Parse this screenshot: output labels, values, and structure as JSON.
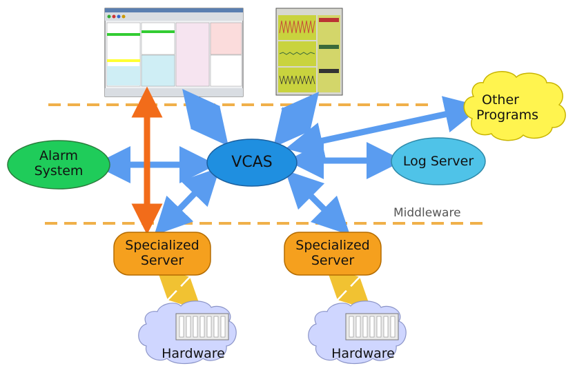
{
  "labels": {
    "alarm_line1": "Alarm",
    "alarm_line2": "System",
    "vcas": "VCAS",
    "log_server": "Log Server",
    "other_line1": "Other",
    "other_line2": "Programs",
    "middleware": "Middleware",
    "server1_line1": "Specialized",
    "server1_line2": "Server",
    "server2_line1": "Specialized",
    "server2_line2": "Server",
    "hardware1": "Hardware",
    "hardware2": "Hardware"
  },
  "colors": {
    "dashed_line": "#f0b04a",
    "blue_arrow": "#5a9cf0",
    "orange_arrow": "#f26c1a",
    "yellow_arrow": "#f1c232",
    "alarm_fill": "#1fcc5a",
    "vcas_fill": "#1f8fe0",
    "log_fill": "#4fc3e8",
    "server_fill": "#f5a01e",
    "other_fill": "#fff44f",
    "hardware_fill": "#cfd6ff"
  },
  "icons": [
    "control-panel-screenshot",
    "oscilloscope-screenshot",
    "hardware-rack-icon"
  ]
}
